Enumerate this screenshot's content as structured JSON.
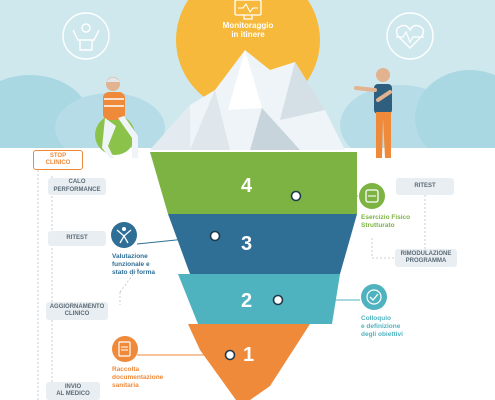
{
  "top_label": "Monitoraggio\nin itinere",
  "stop_label": "STOP\nCLINICO",
  "left_boxes": [
    {
      "id": "calo",
      "text": "CALO\nPERFORMANCE"
    },
    {
      "id": "ritest",
      "text": "RITEST"
    },
    {
      "id": "aggiornamento",
      "text": "AGGIORNAMENTO\nCLINICO"
    },
    {
      "id": "invio",
      "text": "INVIO\nAL MEDICO"
    }
  ],
  "right_boxes": [
    {
      "id": "ritest",
      "text": "RITEST"
    },
    {
      "id": "rimodulazione",
      "text": "RIMODULAZIONE\nPROGRAMMA"
    }
  ],
  "levels": [
    {
      "number": "4",
      "color": "#7cb342"
    },
    {
      "number": "3",
      "color": "#2f6f96"
    },
    {
      "number": "2",
      "color": "#4fb3bf"
    },
    {
      "number": "1",
      "color": "#ef8a3a"
    }
  ],
  "steps": [
    {
      "id": "esercizio",
      "text": "Esercizio Fisico\nStrutturato",
      "color": "#7cb342"
    },
    {
      "id": "valutazione",
      "text": "Valutazione\nfunzionale e\nstato di forma",
      "color": "#2f6f96"
    },
    {
      "id": "colloquio",
      "text": "Colloquio\ne definizione\ndegli obiettivi",
      "color": "#4fb3bf"
    },
    {
      "id": "raccolta",
      "text": "Raccolta\ndocumentazione\nsanitaria",
      "color": "#ef8a3a"
    }
  ],
  "colors": {
    "sky": "#cfe8ee",
    "hills": "#a9d8e3",
    "sun": "#f6b93b",
    "stop_border": "#ef8a3a",
    "connector": "#b9c3ca"
  },
  "icons": [
    "strength-person-icon",
    "monitor-pulse-icon",
    "heart-pulse-icon",
    "fitness-watch-icon",
    "stretch-person-icon",
    "target-icon",
    "document-icon"
  ]
}
